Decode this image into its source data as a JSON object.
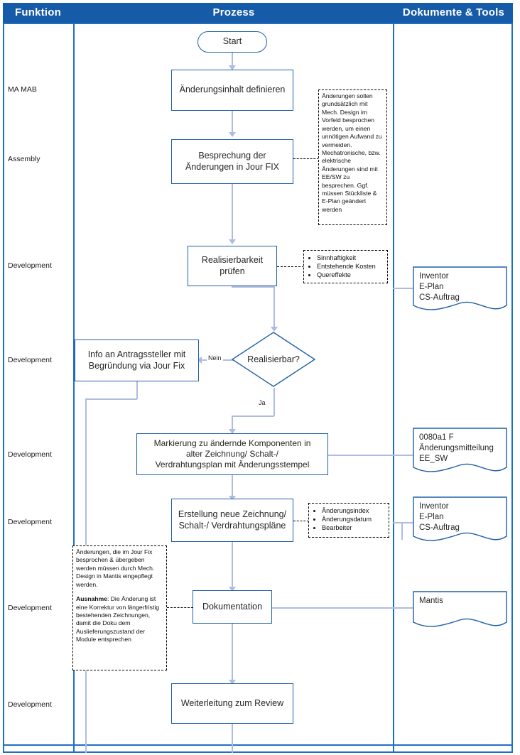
{
  "header": {
    "columns": [
      {
        "label": "Funktion"
      },
      {
        "label": "Prozess"
      },
      {
        "label": "Dokumente & Tools"
      }
    ]
  },
  "colors": {
    "header_bg": "#165BA8",
    "frame": "#1F6FC4",
    "shape_border": "#1F5FA8",
    "connector": "#AFBCE2",
    "text": "#262626"
  },
  "lane_labels": [
    {
      "label": "MA MAB"
    },
    {
      "label": "Assembly"
    },
    {
      "label": "Development"
    },
    {
      "label": "Development"
    },
    {
      "label": "Development"
    },
    {
      "label": "Development"
    },
    {
      "label": "Development"
    },
    {
      "label": "Development"
    }
  ],
  "process": {
    "start": "Start",
    "step_define": "Änderungsinhalt definieren",
    "step_meeting": "Besprechung der\nÄnderungen in Jour FIX",
    "step_feasibility": "Realisierbarkeit\nprüfen",
    "decision": "Realisierbar?",
    "decision_no": "Nein",
    "decision_yes": "Ja",
    "step_info": "Info an Antragssteller mit\nBegründung via Jour Fix",
    "step_marking": "Markierung zu ändernde Komponenten in\nalter Zeichnung/ Schalt-/\nVerdrahtungsplan mit Änderungsstempel",
    "step_new_drawing": "Erstellung neue Zeichnung/\nSchalt-/ Verdrahtungspläne",
    "step_documentation": "Dokumentation",
    "step_review": "Weiterleitung zum Review"
  },
  "notes": {
    "meeting_note": "Änderungen sollen grundsätzlich mit Mech. Design im Vorfeld besprochen werden, um einen unnötigen Aufwand zu vermeiden. Mechatronische, bzw. elektrische Änderungen sind mit EE/SW zu besprechen. Ggf. müssen Stückliste & E-Plan geändert werden",
    "feasibility_bullets": [
      "Sinnhaftigkeit",
      "Entstehende Kosten",
      "Quereffekte"
    ],
    "drawing_bullets": [
      "Änderungsindex",
      "Änderungsdatum",
      "Bearbeiter"
    ],
    "documentation_note_p1": "Änderungen, die im Jour Fix besprochen & übergeben werden müssen durch Mech. Design in Mantis eingepflegt werden.",
    "documentation_note_exception_label": "Ausnahme",
    "documentation_note_p2": ": Die Änderung ist eine Korrektur von längerfristig bestehenden Zeichnungen, damit die Doku dem Auslieferungszustand der Module entsprechen"
  },
  "documents": [
    {
      "text": "Inventor\nE-Plan\nCS-Auftrag"
    },
    {
      "text": "0080a1 F\nÄnderungsmitteilung\nEE_SW"
    },
    {
      "text": "Inventor\nE-Plan\nCS-Auftrag"
    },
    {
      "text": "Mantis"
    }
  ]
}
